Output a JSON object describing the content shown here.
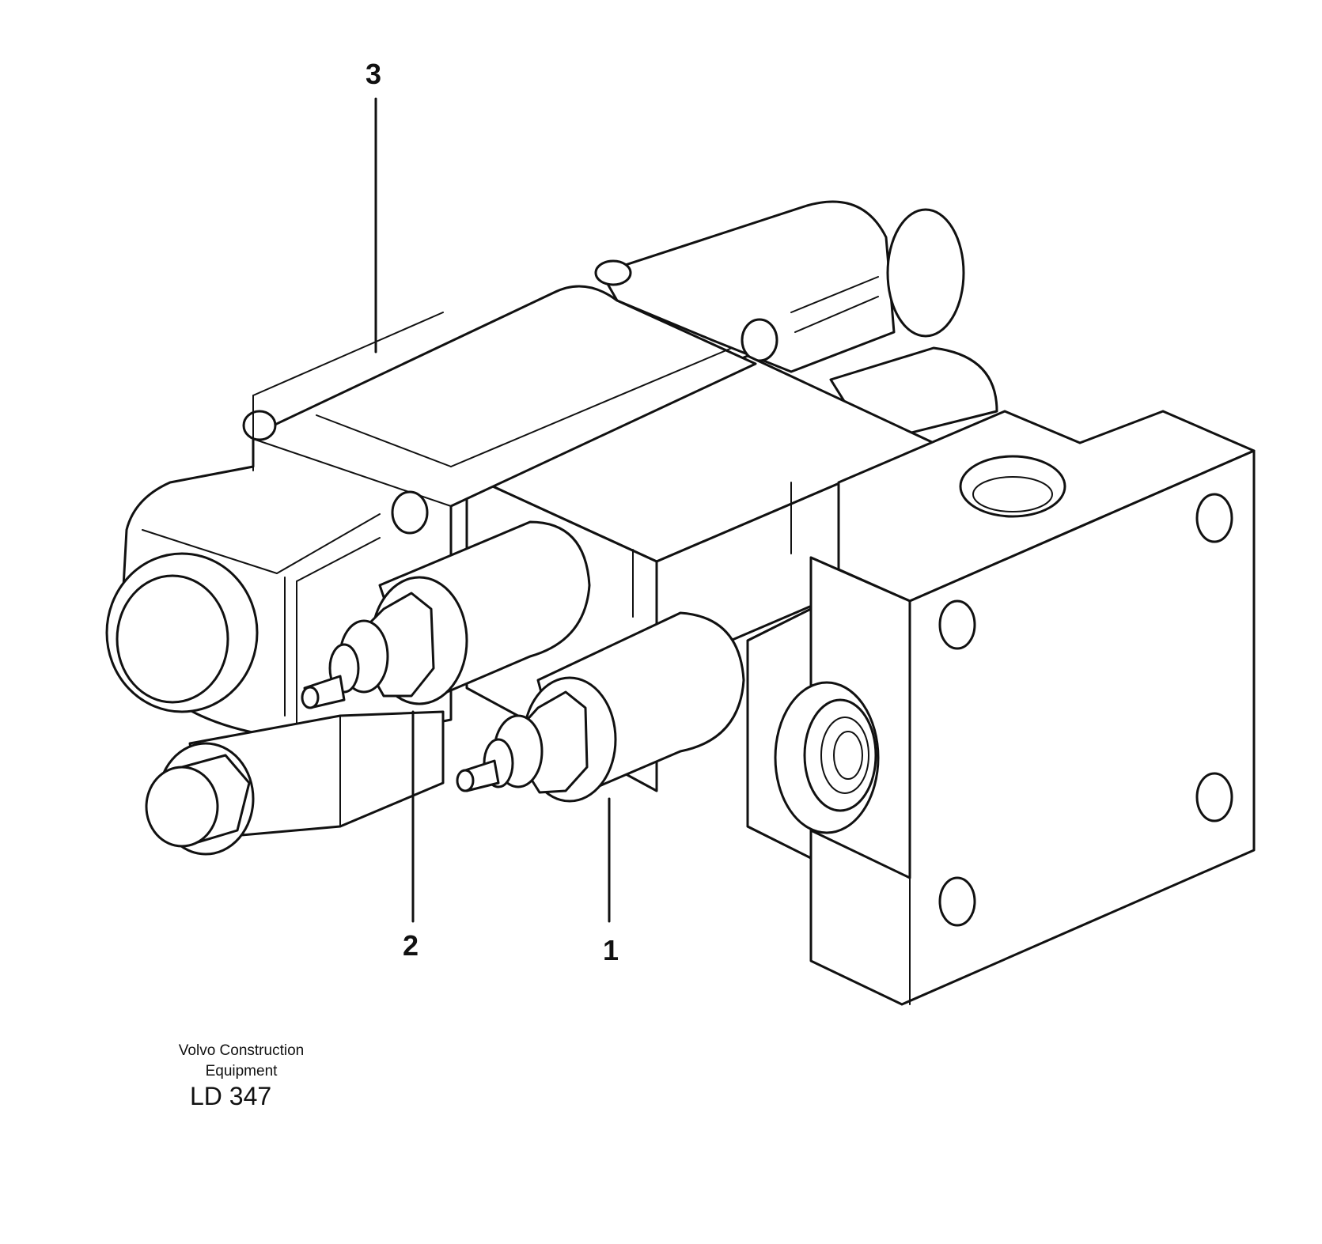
{
  "callouts": {
    "c1": "1",
    "c2": "2",
    "c3": "3"
  },
  "footer": {
    "maker_line1": "Volvo Construction",
    "maker_line2": "Equipment",
    "drawing_code": "LD 347"
  },
  "colors": {
    "line": "#111111",
    "background": "#ffffff"
  }
}
